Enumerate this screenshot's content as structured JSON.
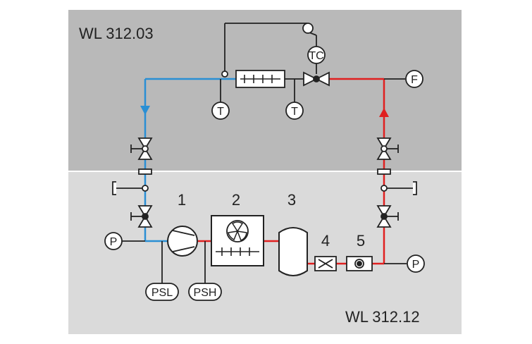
{
  "upper_panel": {
    "title": "WL 312.03",
    "color": "#b9b9b9"
  },
  "lower_panel": {
    "title": "WL 312.12",
    "color": "#dadada"
  },
  "colors": {
    "cold_line": "#2a8fd4",
    "hot_line": "#e02020",
    "outline": "#222222"
  },
  "instruments": {
    "tc": "TC",
    "f": "F",
    "t1": "T",
    "t2": "T",
    "p_left": "P",
    "p_right": "P",
    "psl": "PSL",
    "psh": "PSH"
  },
  "components": [
    {
      "number": "1",
      "icon": "compressor-icon"
    },
    {
      "number": "2",
      "icon": "condenser-fan-icon"
    },
    {
      "number": "3",
      "icon": "receiver-tank-icon"
    },
    {
      "number": "4",
      "icon": "filter-dryer-icon"
    },
    {
      "number": "5",
      "icon": "sight-glass-icon"
    }
  ]
}
